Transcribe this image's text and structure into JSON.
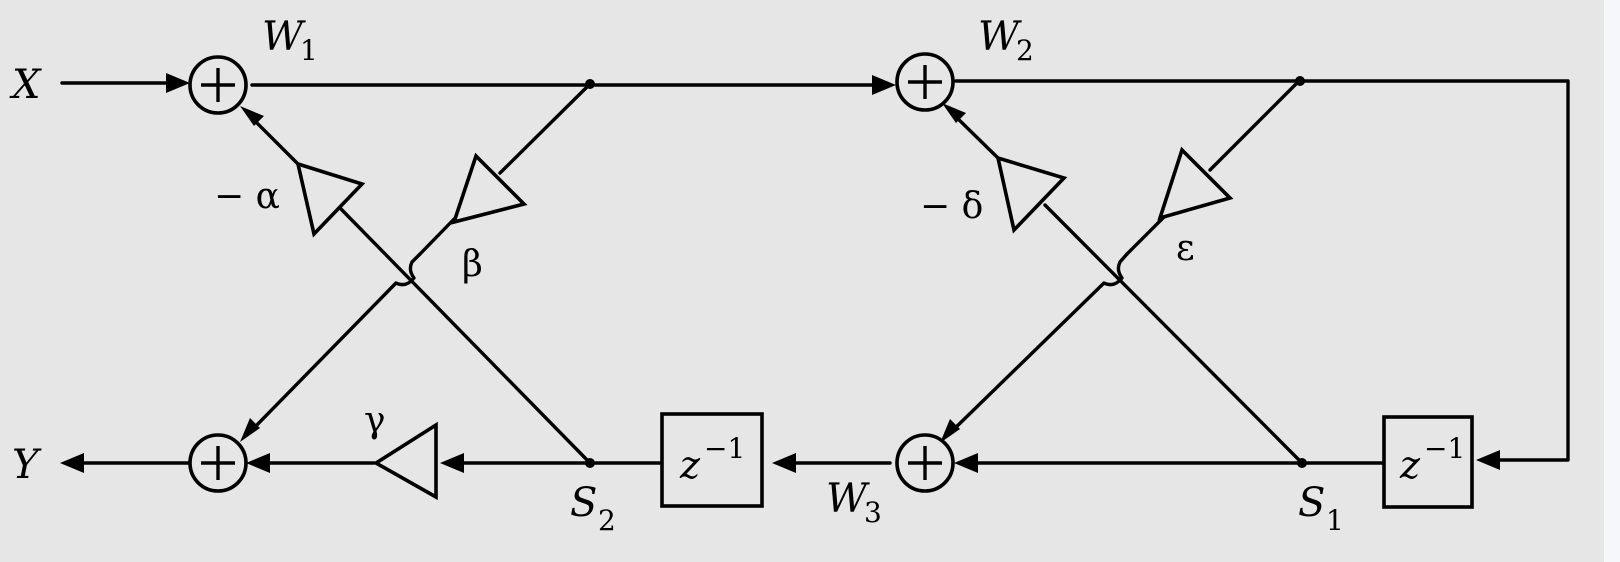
{
  "colors": {
    "background": "#e6e6e6",
    "ink": "#000000"
  },
  "signals": {
    "input": "X",
    "output": "Y"
  },
  "nodes": {
    "w1": {
      "symbol": "W",
      "index": "1"
    },
    "w2": {
      "symbol": "W",
      "index": "2"
    },
    "w3": {
      "symbol": "W",
      "index": "3"
    },
    "s1": {
      "symbol": "S",
      "index": "1"
    },
    "s2": {
      "symbol": "S",
      "index": "2"
    }
  },
  "gains": {
    "alpha": "− α",
    "beta": "β",
    "gamma": "γ",
    "delta": "− δ",
    "epsilon": "ε"
  },
  "delays": [
    {
      "base": "z",
      "exponent": "−1"
    },
    {
      "base": "z",
      "exponent": "−1"
    }
  ],
  "adders": [
    {
      "symbol": "+"
    },
    {
      "symbol": "+"
    },
    {
      "symbol": "+"
    },
    {
      "symbol": "+"
    }
  ]
}
